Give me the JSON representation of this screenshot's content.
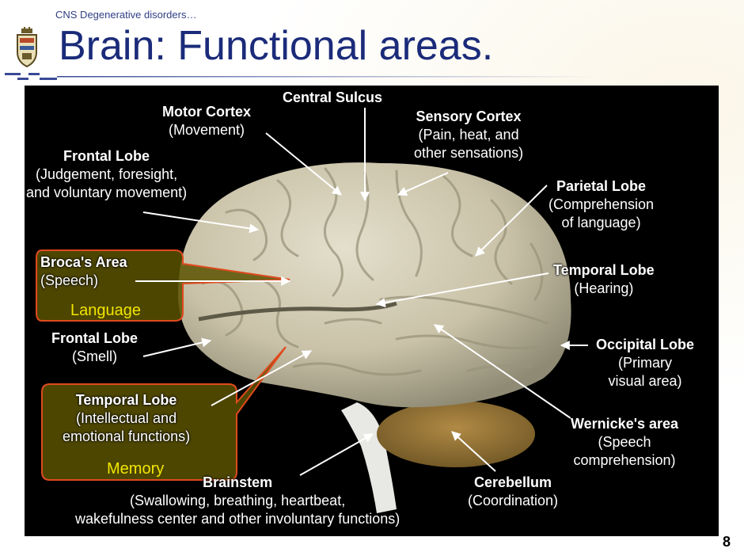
{
  "slide": {
    "breadcrumb": "CNS Degenerative disorders…",
    "title": "Brain: Functional areas.",
    "page_number": "8",
    "title_color": "#1b2b7a",
    "accent_color": "#2f3f86"
  },
  "diagram": {
    "labels": {
      "central_sulcus": {
        "name": "Central Sulcus",
        "desc": ""
      },
      "motor_cortex": {
        "name": "Motor Cortex",
        "desc": "(Movement)"
      },
      "sensory_cortex": {
        "name": "Sensory Cortex",
        "desc1": "(Pain, heat, and",
        "desc2": "other sensations)"
      },
      "frontal_lobe_top": {
        "name": "Frontal Lobe",
        "desc1": "(Judgement, foresight,",
        "desc2": "and voluntary movement)"
      },
      "parietal_lobe": {
        "name": "Parietal Lobe",
        "desc1": "(Comprehension",
        "desc2": "of language)"
      },
      "brocas_area": {
        "name": "Broca's Area",
        "desc": "(Speech)"
      },
      "temporal_lobe_right": {
        "name": "Temporal Lobe",
        "desc": "(Hearing)"
      },
      "frontal_lobe_smell": {
        "name": "Frontal Lobe",
        "desc": "(Smell)"
      },
      "occipital_lobe": {
        "name": "Occipital Lobe",
        "desc1": "(Primary",
        "desc2": "visual area)"
      },
      "temporal_lobe_left": {
        "name": "Temporal Lobe",
        "desc1": "(Intellectual and",
        "desc2": "emotional functions)"
      },
      "wernickes_area": {
        "name": "Wernicke's area",
        "desc1": "(Speech",
        "desc2": "comprehension)"
      },
      "brainstem": {
        "name": "Brainstem",
        "desc1": "(Swallowing, breathing, heartbeat,",
        "desc2": "wakefulness center and other involuntary functions)"
      },
      "cerebellum": {
        "name": "Cerebellum",
        "desc": "(Coordination)"
      }
    },
    "highlights": {
      "language": "Language",
      "memory": "Memory",
      "box_border_color": "#e04a1e",
      "box_fill_color": "#5a5200",
      "text_color": "#f2e600"
    }
  }
}
